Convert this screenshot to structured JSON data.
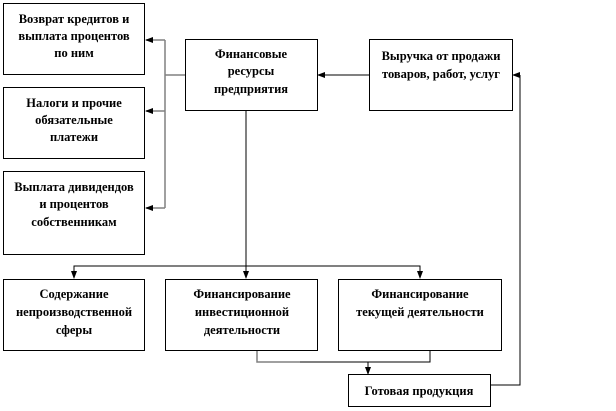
{
  "nodes": {
    "loans": [
      "Возврат кредитов и",
      "выплата процентов",
      "по ним"
    ],
    "taxes": [
      "Налоги и прочие",
      "обязательные",
      "платежи"
    ],
    "dividends": [
      "Выплата дивидендов",
      "и процентов",
      "собственникам"
    ],
    "resources": [
      "Финансовые",
      "ресурсы",
      "предприятия"
    ],
    "revenue": [
      "Выручка  от продажи",
      "товаров, работ, услуг"
    ],
    "nonprod": [
      "Содержание",
      "непроизводственной",
      "сферы"
    ],
    "invest": [
      "Финансирование",
      "инвестиционной",
      "деятельности"
    ],
    "current": [
      "Финансирование",
      "текущей  деятельности"
    ],
    "product": [
      "Готовая продукция"
    ]
  }
}
